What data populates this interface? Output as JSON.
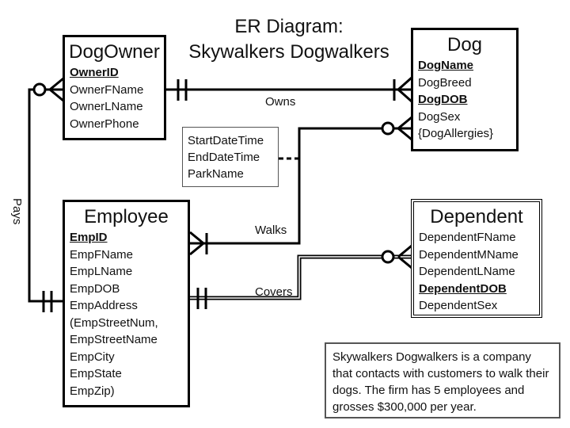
{
  "title": {
    "line1": "ER Diagram:",
    "line2": "Skywalkers Dogwalkers"
  },
  "entities": {
    "dogowner": {
      "name": "DogOwner",
      "attributes": [
        {
          "text": "OwnerID",
          "key": true
        },
        {
          "text": "OwnerFName",
          "key": false
        },
        {
          "text": "OwnerLName",
          "key": false
        },
        {
          "text": "OwnerPhone",
          "key": false
        }
      ]
    },
    "dog": {
      "name": "Dog",
      "attributes": [
        {
          "text": "DogName",
          "key": true
        },
        {
          "text": "DogBreed",
          "key": false
        },
        {
          "text": "DogDOB",
          "key": true
        },
        {
          "text": "DogSex",
          "key": false
        },
        {
          "text": "{DogAllergies}",
          "key": false
        }
      ]
    },
    "employee": {
      "name": "Employee",
      "attributes": [
        {
          "text": "EmpID",
          "key": true
        },
        {
          "text": "EmpFName",
          "key": false
        },
        {
          "text": "EmpLName",
          "key": false
        },
        {
          "text": "EmpDOB",
          "key": false
        },
        {
          "text": "EmpAddress",
          "key": false
        },
        {
          "text": "(EmpStreetNum,",
          "key": false
        },
        {
          "text": "EmpStreetName",
          "key": false
        },
        {
          "text": "EmpCity",
          "key": false
        },
        {
          "text": "EmpState",
          "key": false
        },
        {
          "text": "EmpZip)",
          "key": false
        }
      ]
    },
    "dependent": {
      "name": "Dependent",
      "attributes": [
        {
          "text": "DependentFName",
          "key": false
        },
        {
          "text": "DependentMName",
          "key": false
        },
        {
          "text": "DependentLName",
          "key": false
        },
        {
          "text": "DependentDOB",
          "key": true
        },
        {
          "text": "DependentSex",
          "key": false
        }
      ]
    }
  },
  "walks_attributes": [
    "StartDateTime",
    "EndDateTime",
    "ParkName"
  ],
  "relationships": {
    "owns": "Owns",
    "walks": "Walks",
    "covers": "Covers",
    "pays": "Pays"
  },
  "note": "Skywalkers Dogwalkers is a company that contacts with customers to walk their dogs.  The firm has 5 employees and grosses $300,000 per year."
}
